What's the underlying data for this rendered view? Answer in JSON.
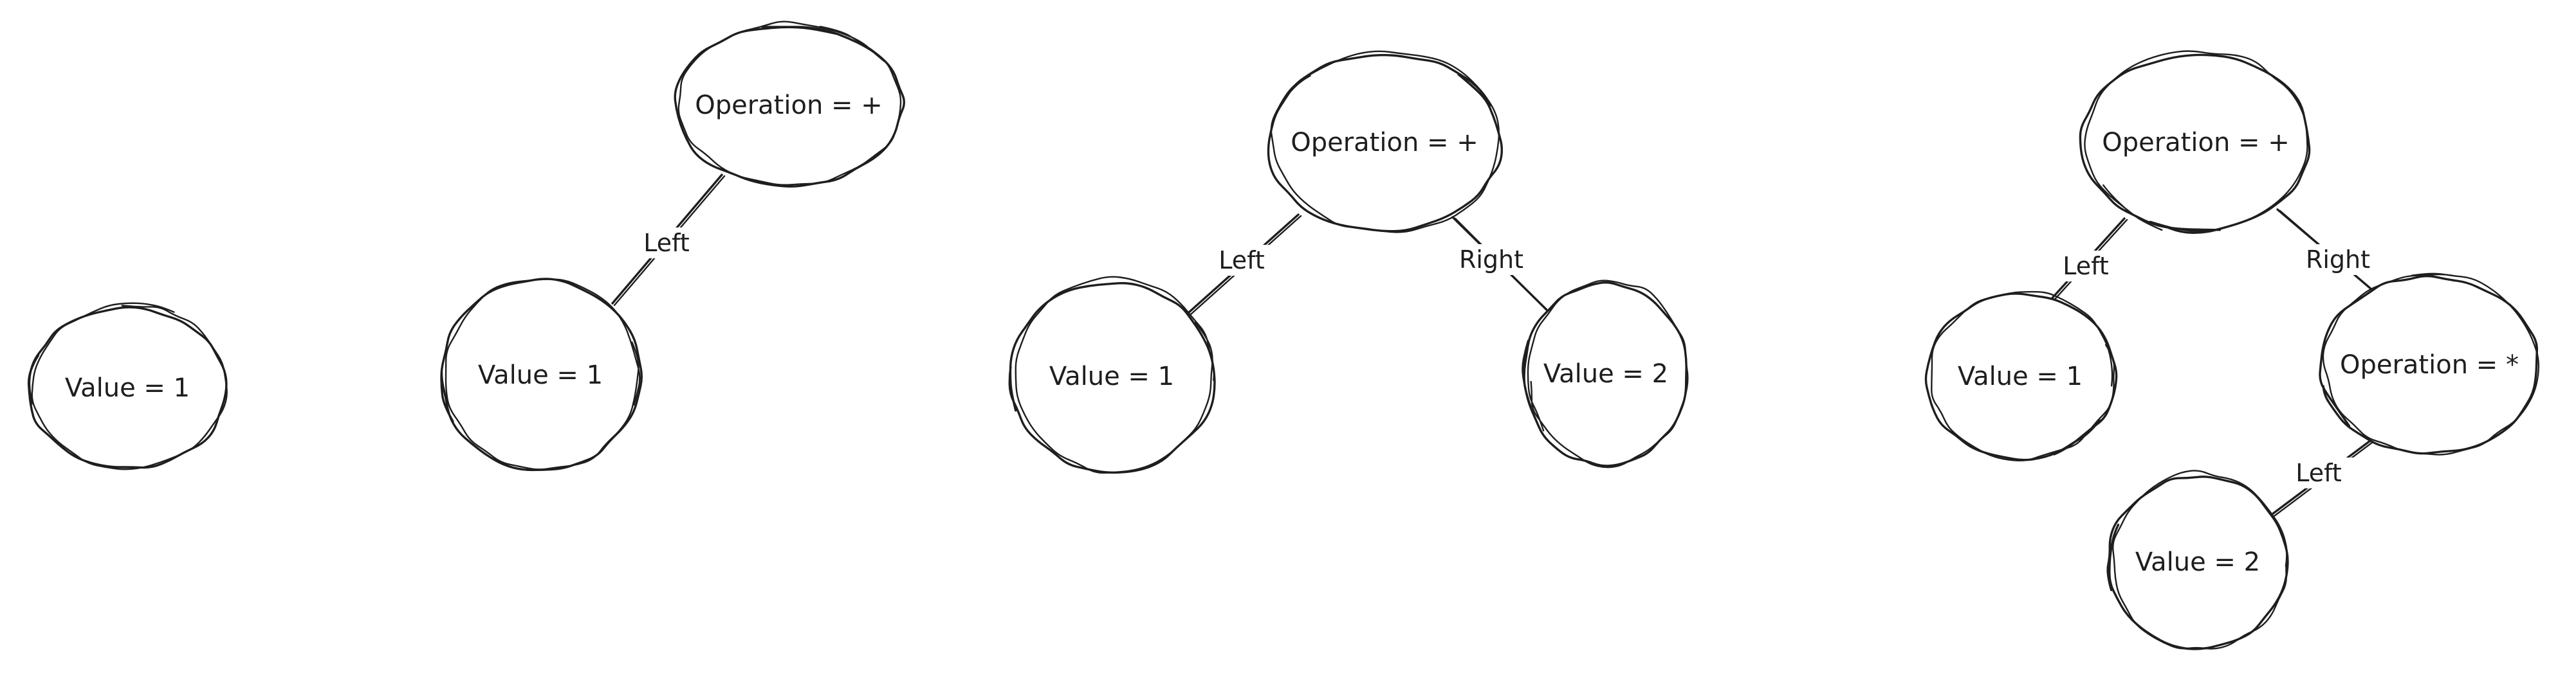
{
  "diagrams": [
    {
      "nodes": [
        {
          "id": "d1-n1",
          "label": "Value = 1"
        }
      ],
      "edges": []
    },
    {
      "nodes": [
        {
          "id": "d2-op",
          "label": "Operation = +"
        },
        {
          "id": "d2-v1",
          "label": "Value = 1"
        }
      ],
      "edges": [
        {
          "from": "d2-op",
          "to": "d2-v1",
          "label": "Left"
        }
      ]
    },
    {
      "nodes": [
        {
          "id": "d3-op",
          "label": "Operation = +"
        },
        {
          "id": "d3-v1",
          "label": "Value = 1"
        },
        {
          "id": "d3-v2",
          "label": "Value = 2"
        }
      ],
      "edges": [
        {
          "from": "d3-op",
          "to": "d3-v1",
          "label": "Left"
        },
        {
          "from": "d3-op",
          "to": "d3-v2",
          "label": "Right"
        }
      ]
    },
    {
      "nodes": [
        {
          "id": "d4-op",
          "label": "Operation = +"
        },
        {
          "id": "d4-v1",
          "label": "Value = 1"
        },
        {
          "id": "d4-op2",
          "label": "Operation = *"
        },
        {
          "id": "d4-v2",
          "label": "Value = 2"
        }
      ],
      "edges": [
        {
          "from": "d4-op",
          "to": "d4-v1",
          "label": "Left"
        },
        {
          "from": "d4-op",
          "to": "d4-op2",
          "label": "Right"
        },
        {
          "from": "d4-op2",
          "to": "d4-v2",
          "label": "Left"
        }
      ]
    }
  ]
}
